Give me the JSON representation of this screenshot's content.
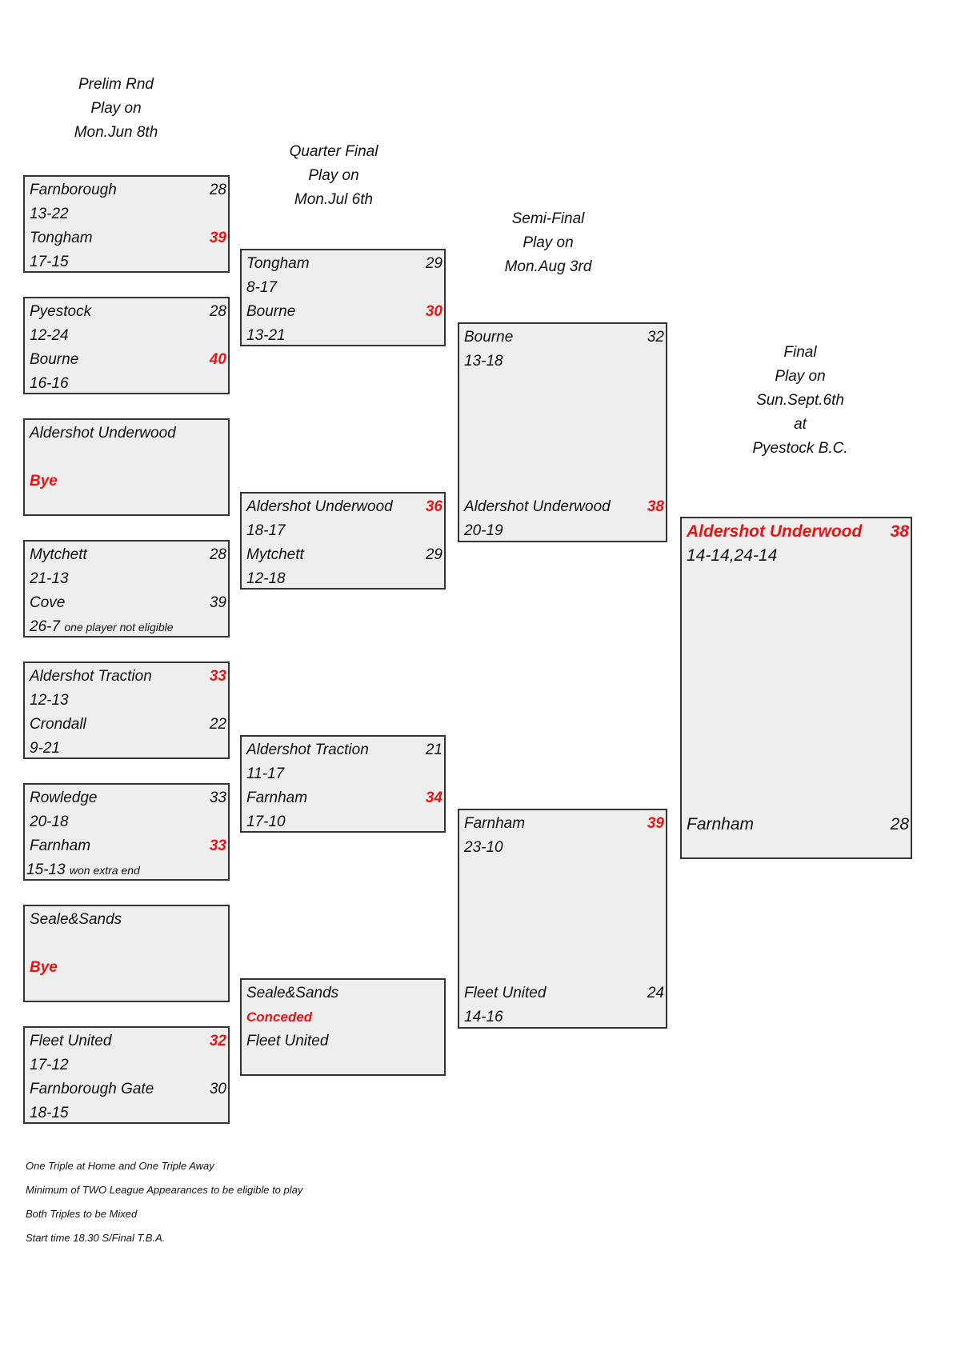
{
  "headings": {
    "prelim": [
      "Prelim Rnd",
      "Play on",
      "Mon.Jun 8th"
    ],
    "quarter": [
      "Quarter Final",
      "Play on",
      "Mon.Jul 6th"
    ],
    "semi": [
      "Semi-Final",
      "Play on",
      "Mon.Aug 3rd"
    ],
    "final": [
      "Final",
      "Play on",
      "Sun.Sept.6th",
      "at",
      "Pyestock B.C."
    ]
  },
  "prelim": [
    {
      "team1": "Farnborough",
      "score1": "28",
      "rinks1": "13-22",
      "team2": "Tongham",
      "score2": "39",
      "rinks2": "17-15"
    },
    {
      "team1": "Pyestock",
      "score1": "28",
      "rinks1": "12-24",
      "team2": "Bourne",
      "score2": "40",
      "rinks2": "16-16"
    },
    {
      "team1": "Aldershot Underwood",
      "bye": "Bye"
    },
    {
      "team1": "Mytchett",
      "score1": "28",
      "rinks1": "21-13",
      "team2": "Cove",
      "score2": "39",
      "rinks2": "26-7",
      "note2": "one player not eligible"
    },
    {
      "team1": "Aldershot Traction",
      "score1": "33",
      "rinks1": "12-13",
      "team2": "Crondall",
      "score2": "22",
      "rinks2": "9-21"
    },
    {
      "team1": "Rowledge",
      "score1": "33",
      "rinks1": "20-18",
      "team2": "Farnham",
      "score2": "33",
      "rinks2": "15-13",
      "note2": "won extra end"
    },
    {
      "team1": "Seale&Sands",
      "bye": "Bye"
    },
    {
      "team1": "Fleet United",
      "score1": "32",
      "rinks1": "17-12",
      "team2": "Farnborough Gate",
      "score2": "30",
      "rinks2": "18-15"
    }
  ],
  "quarter": [
    {
      "team1": "Tongham",
      "score1": "29",
      "rinks1": "8-17",
      "team2": "Bourne",
      "score2": "30",
      "rinks2": "13-21"
    },
    {
      "team1": "Aldershot Underwood",
      "score1": "36",
      "rinks1": "18-17",
      "team2": "Mytchett",
      "score2": "29",
      "rinks2": "12-18"
    },
    {
      "team1": "Aldershot Traction",
      "score1": "21",
      "rinks1": "11-17",
      "team2": "Farnham",
      "score2": "34",
      "rinks2": "17-10"
    },
    {
      "team1": "Seale&Sands",
      "status": "Conceded",
      "team2": "Fleet United"
    }
  ],
  "semi": [
    {
      "team1": "Bourne",
      "score1": "32",
      "rinks1": "13-18",
      "team2": "Aldershot Underwood",
      "score2": "38",
      "rinks2": "20-19"
    },
    {
      "team1": "Farnham",
      "score1": "39",
      "rinks1": "23-10",
      "team2": "Fleet United",
      "score2": "24",
      "rinks2": "14-16"
    }
  ],
  "final": {
    "team1": "Aldershot Underwood",
    "score1": "38",
    "rinks1": "14-14,24-14",
    "team2": "Farnham",
    "score2": "28"
  },
  "footnotes": [
    "One Triple at Home and One Triple Away",
    "Minimum of TWO League Appearances to be eligible to play",
    "Both Triples to be Mixed",
    "Start time 18.30 S/Final T.B.A."
  ],
  "colors": {
    "winner": "#ee1111",
    "box_fill": "#eeeeee",
    "border": "#333333"
  }
}
